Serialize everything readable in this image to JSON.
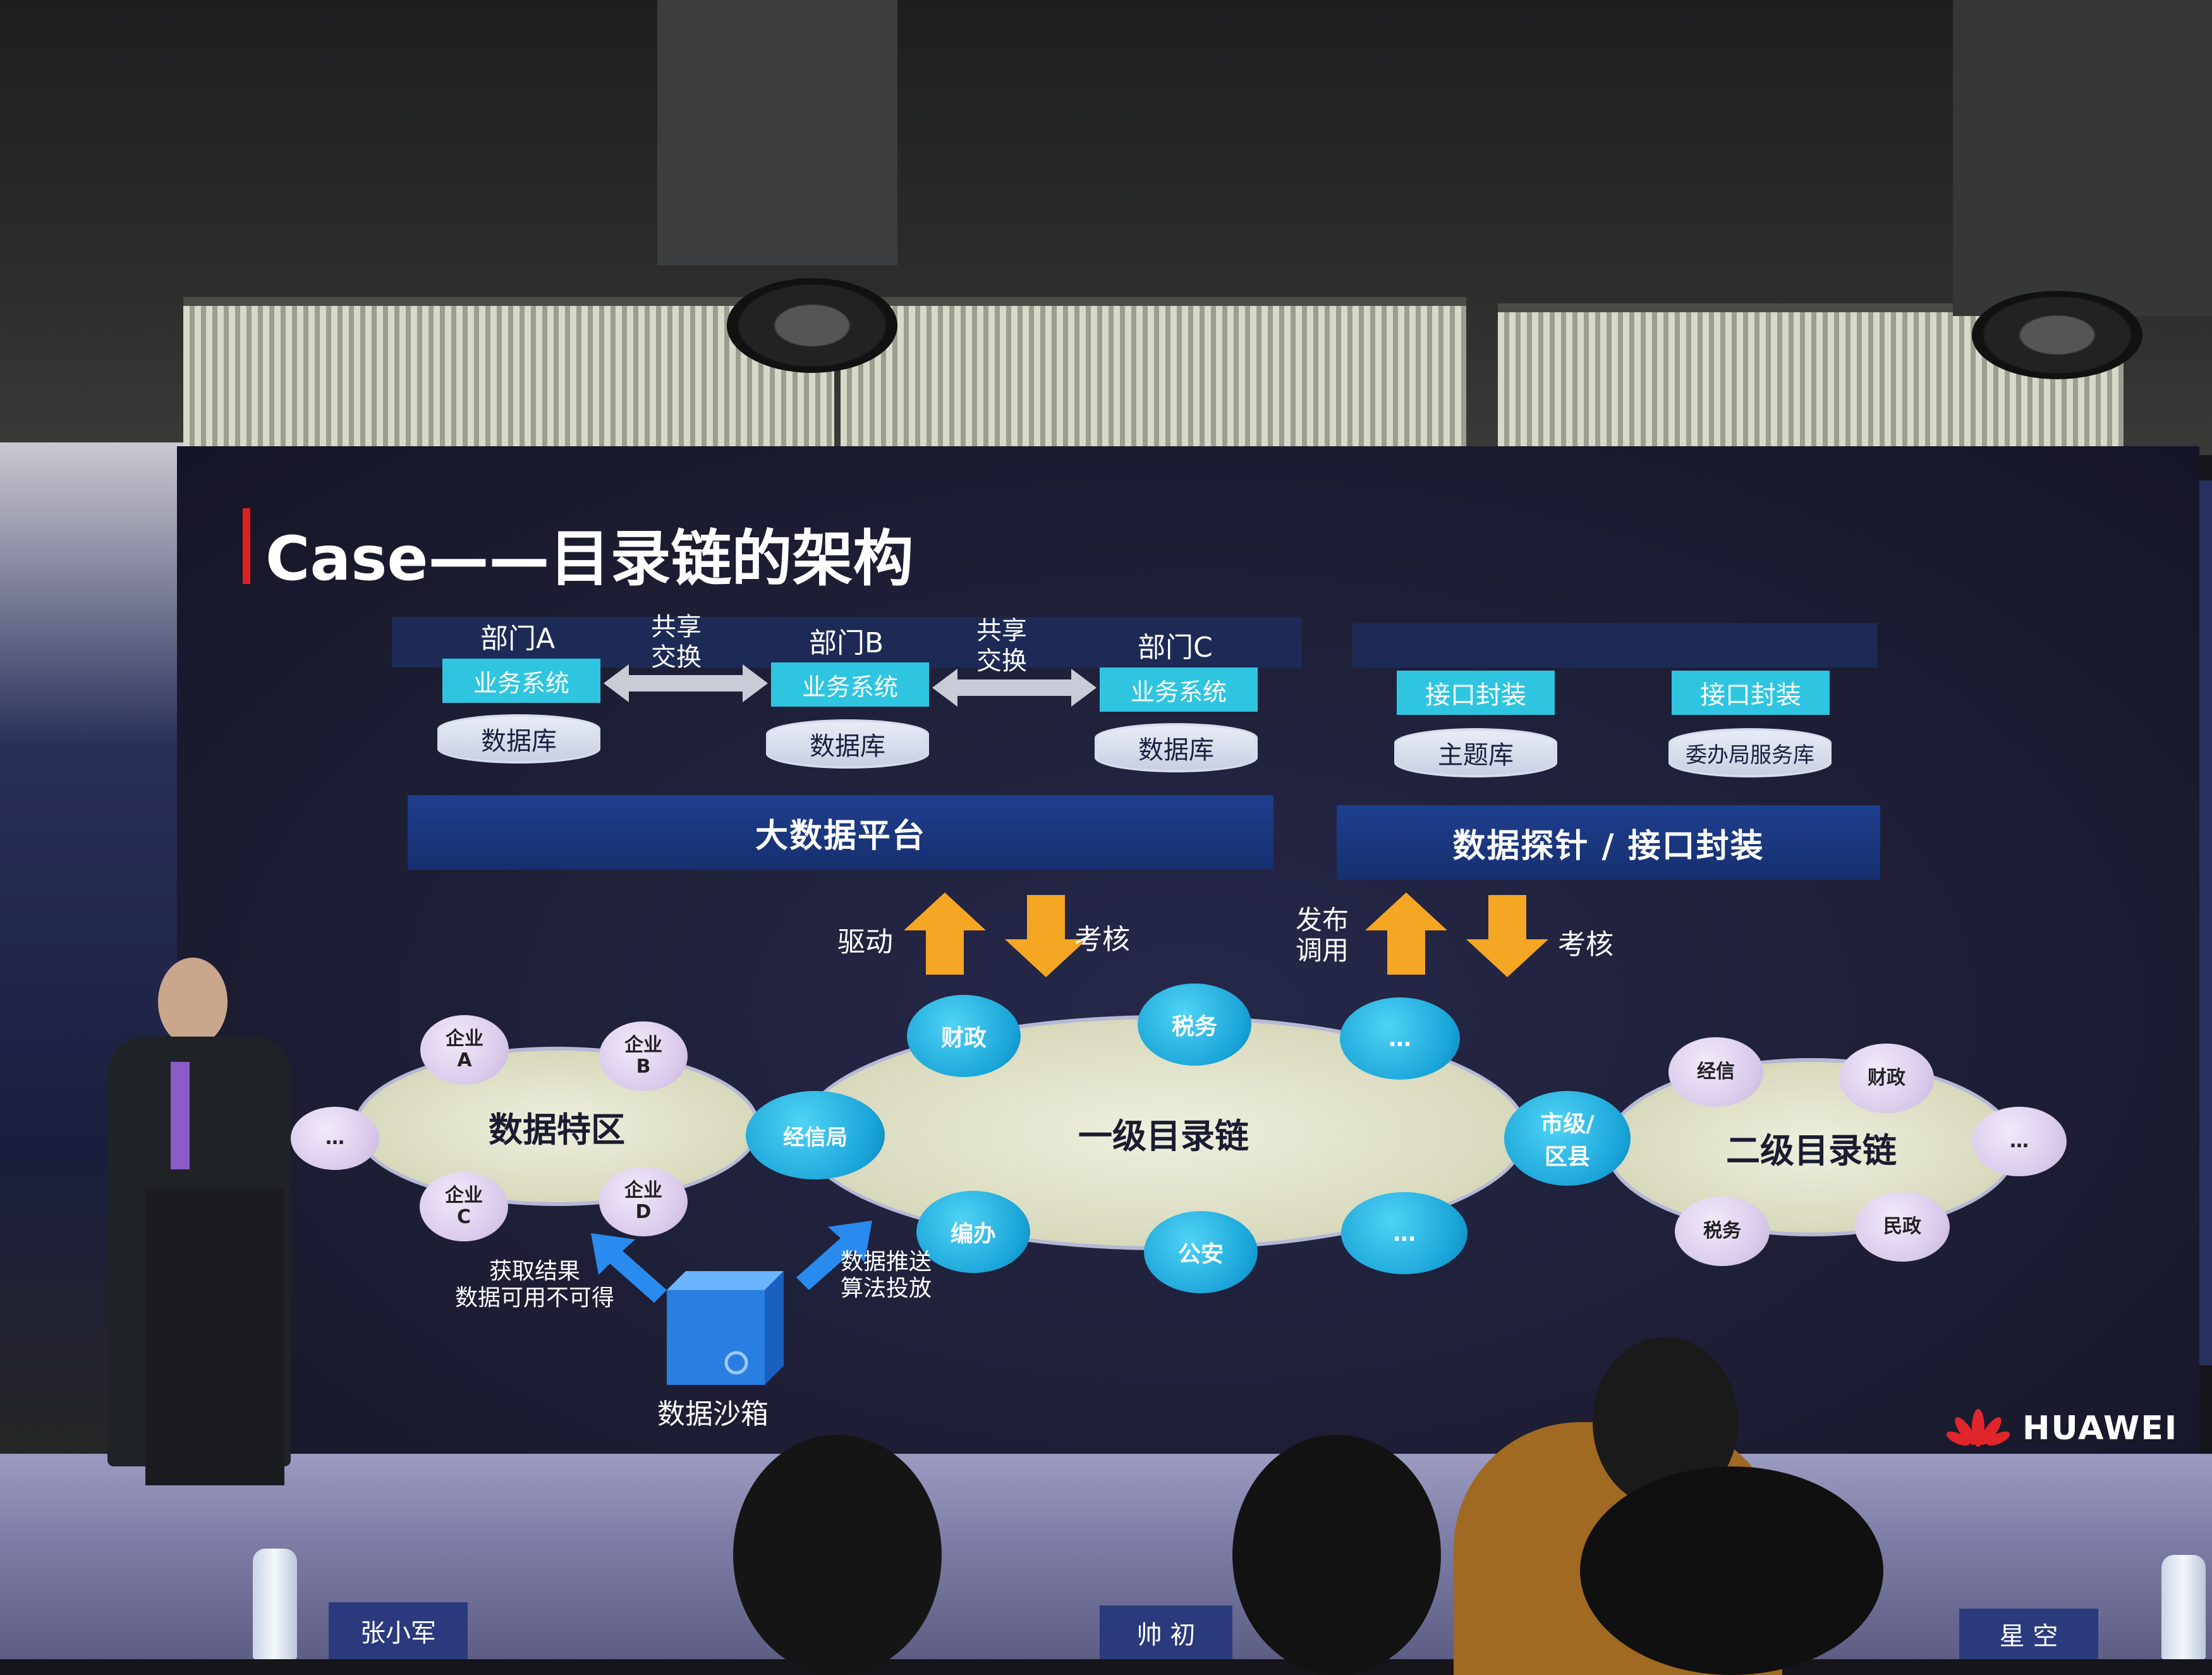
{
  "slide": {
    "title": "Case——目录链的架构",
    "departments": [
      {
        "name": "部门A",
        "system": "业务系统",
        "database": "数据库"
      },
      {
        "name": "部门B",
        "system": "业务系统",
        "database": "数据库"
      },
      {
        "name": "部门C",
        "system": "业务系统",
        "database": "数据库"
      }
    ],
    "share_labels": [
      "共享\n交换",
      "共享\n交换"
    ],
    "interface_blocks": [
      {
        "label": "接口封装",
        "database": "主题库"
      },
      {
        "label": "接口封装",
        "database": "委办局服务库"
      }
    ],
    "platforms": {
      "big_data": "大数据平台",
      "probe": "数据探针 / 接口封装"
    },
    "arrow_labels": {
      "drive": "驱动",
      "assess_left": "考核",
      "publish": "发布\n调用",
      "assess_right": "考核"
    },
    "zones": {
      "special_zone": "数据特区",
      "level1": "一级目录链",
      "level2": "二级目录链"
    },
    "special_zone_nodes": [
      "企业\nA",
      "企业\nB",
      "企业\nC",
      "企业\nD",
      "…"
    ],
    "level1_nodes": [
      "财政",
      "税务",
      "…",
      "经信局",
      "市级/\n区县",
      "编办",
      "公安",
      "…"
    ],
    "level2_nodes": [
      "经信",
      "财政",
      "…",
      "税务",
      "民政"
    ],
    "sandbox": {
      "label": "数据沙箱",
      "left_note": "获取结果\n数据可用不可得",
      "right_note": "数据推送\n算法投放"
    },
    "brand": "HUAWEI"
  },
  "nameplates": [
    "张小军",
    "帅 初",
    "星 空"
  ],
  "colors": {
    "accent_red": "#e02020",
    "platform_blue": "#1e3f8f",
    "system_cyan": "#2fc5e0",
    "arrow_orange": "#f5a623",
    "sandbox_blue": "#2a7de1"
  }
}
